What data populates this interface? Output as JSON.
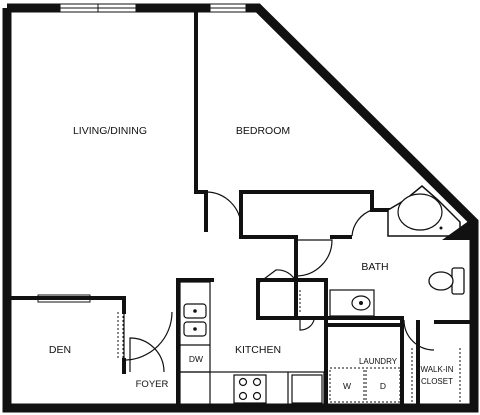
{
  "rooms": {
    "living_dining": "LIVING/DINING",
    "bedroom": "BEDROOM",
    "bath": "BATH",
    "den": "DEN",
    "kitchen": "KITCHEN",
    "foyer": "FOYER",
    "laundry": "LAUNDRY",
    "walk_in_closet_line1": "WALK-IN",
    "walk_in_closet_line2": "CLOSET"
  },
  "appliances": {
    "dishwasher": "DW",
    "washer": "W",
    "dryer": "D"
  },
  "colors": {
    "wall": "#111111",
    "background": "#ffffff"
  }
}
